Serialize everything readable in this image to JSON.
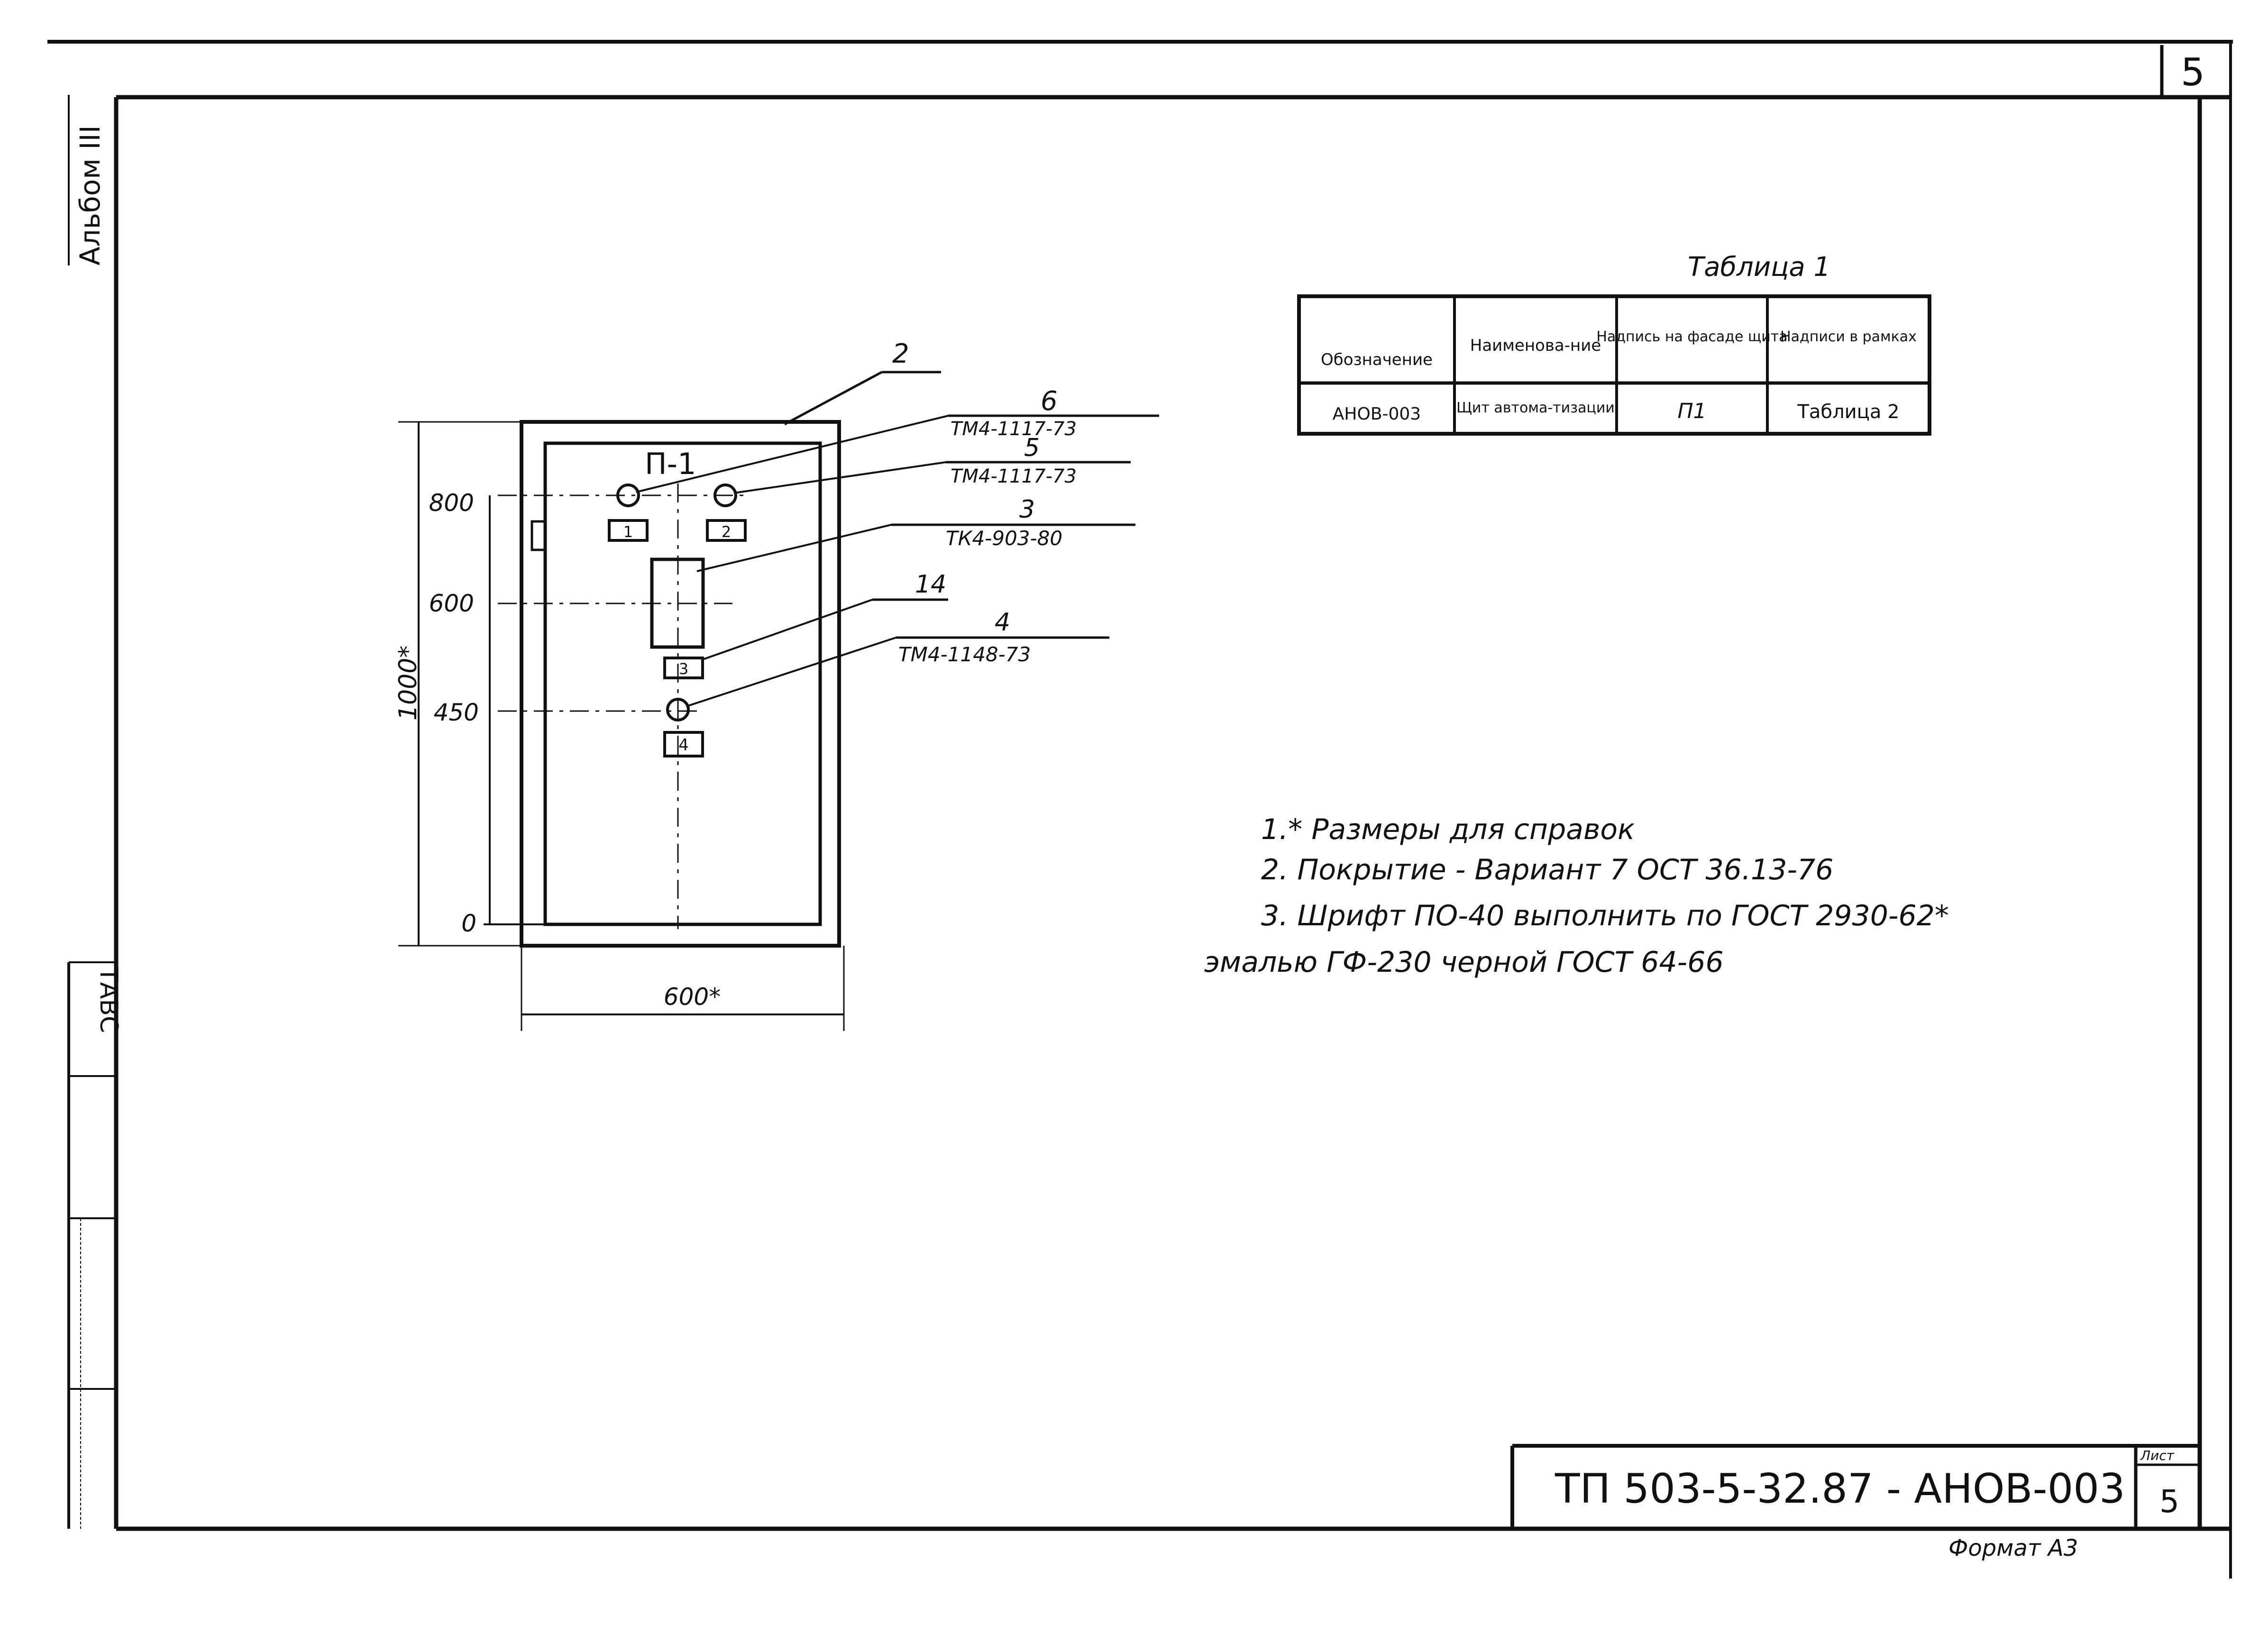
{
  "sheet": {
    "page_number": "5",
    "album_label": "Альбом III",
    "side_stamp": "ТАВС",
    "format_label": "Формат А3"
  },
  "title_block": {
    "code": "ТП 503-5-32.87 - АНОВ-003",
    "sheet_label": "Лист",
    "sheet_number": "5"
  },
  "table1": {
    "caption": "Таблица 1",
    "headers": [
      "Обозначение",
      "Наименова-ние",
      "Надпись на фасаде щита",
      "Надписи в рамках"
    ],
    "row": [
      "АНОВ-003",
      "Щит автома-тизации",
      "П1",
      "Таблица 2"
    ]
  },
  "drawing": {
    "panel_label": "П-1",
    "leaders": [
      {
        "num": "2",
        "code": ""
      },
      {
        "num": "6",
        "code": "ТМ4-1117-73"
      },
      {
        "num": "5",
        "code": "ТМ4-1117-73"
      },
      {
        "num": "3",
        "code": "ТК4-903-80"
      },
      {
        "num": "14",
        "code": ""
      },
      {
        "num": "4",
        "code": "ТМ4-1148-73"
      }
    ],
    "frame_labels": [
      "1",
      "2",
      "3",
      "4"
    ],
    "dimensions": {
      "levels": [
        "800",
        "600",
        "450",
        "0"
      ],
      "height": "1000*",
      "width": "600*"
    }
  },
  "notes": [
    "1.* Размеры для справок",
    "2. Покрытие - Вариант 7 ОСТ 36.13-76",
    "3. Шрифт ПО-40 выполнить по ГОСТ 2930-62*",
    "эмалью ГФ-230 черной ГОСТ 64-66"
  ]
}
